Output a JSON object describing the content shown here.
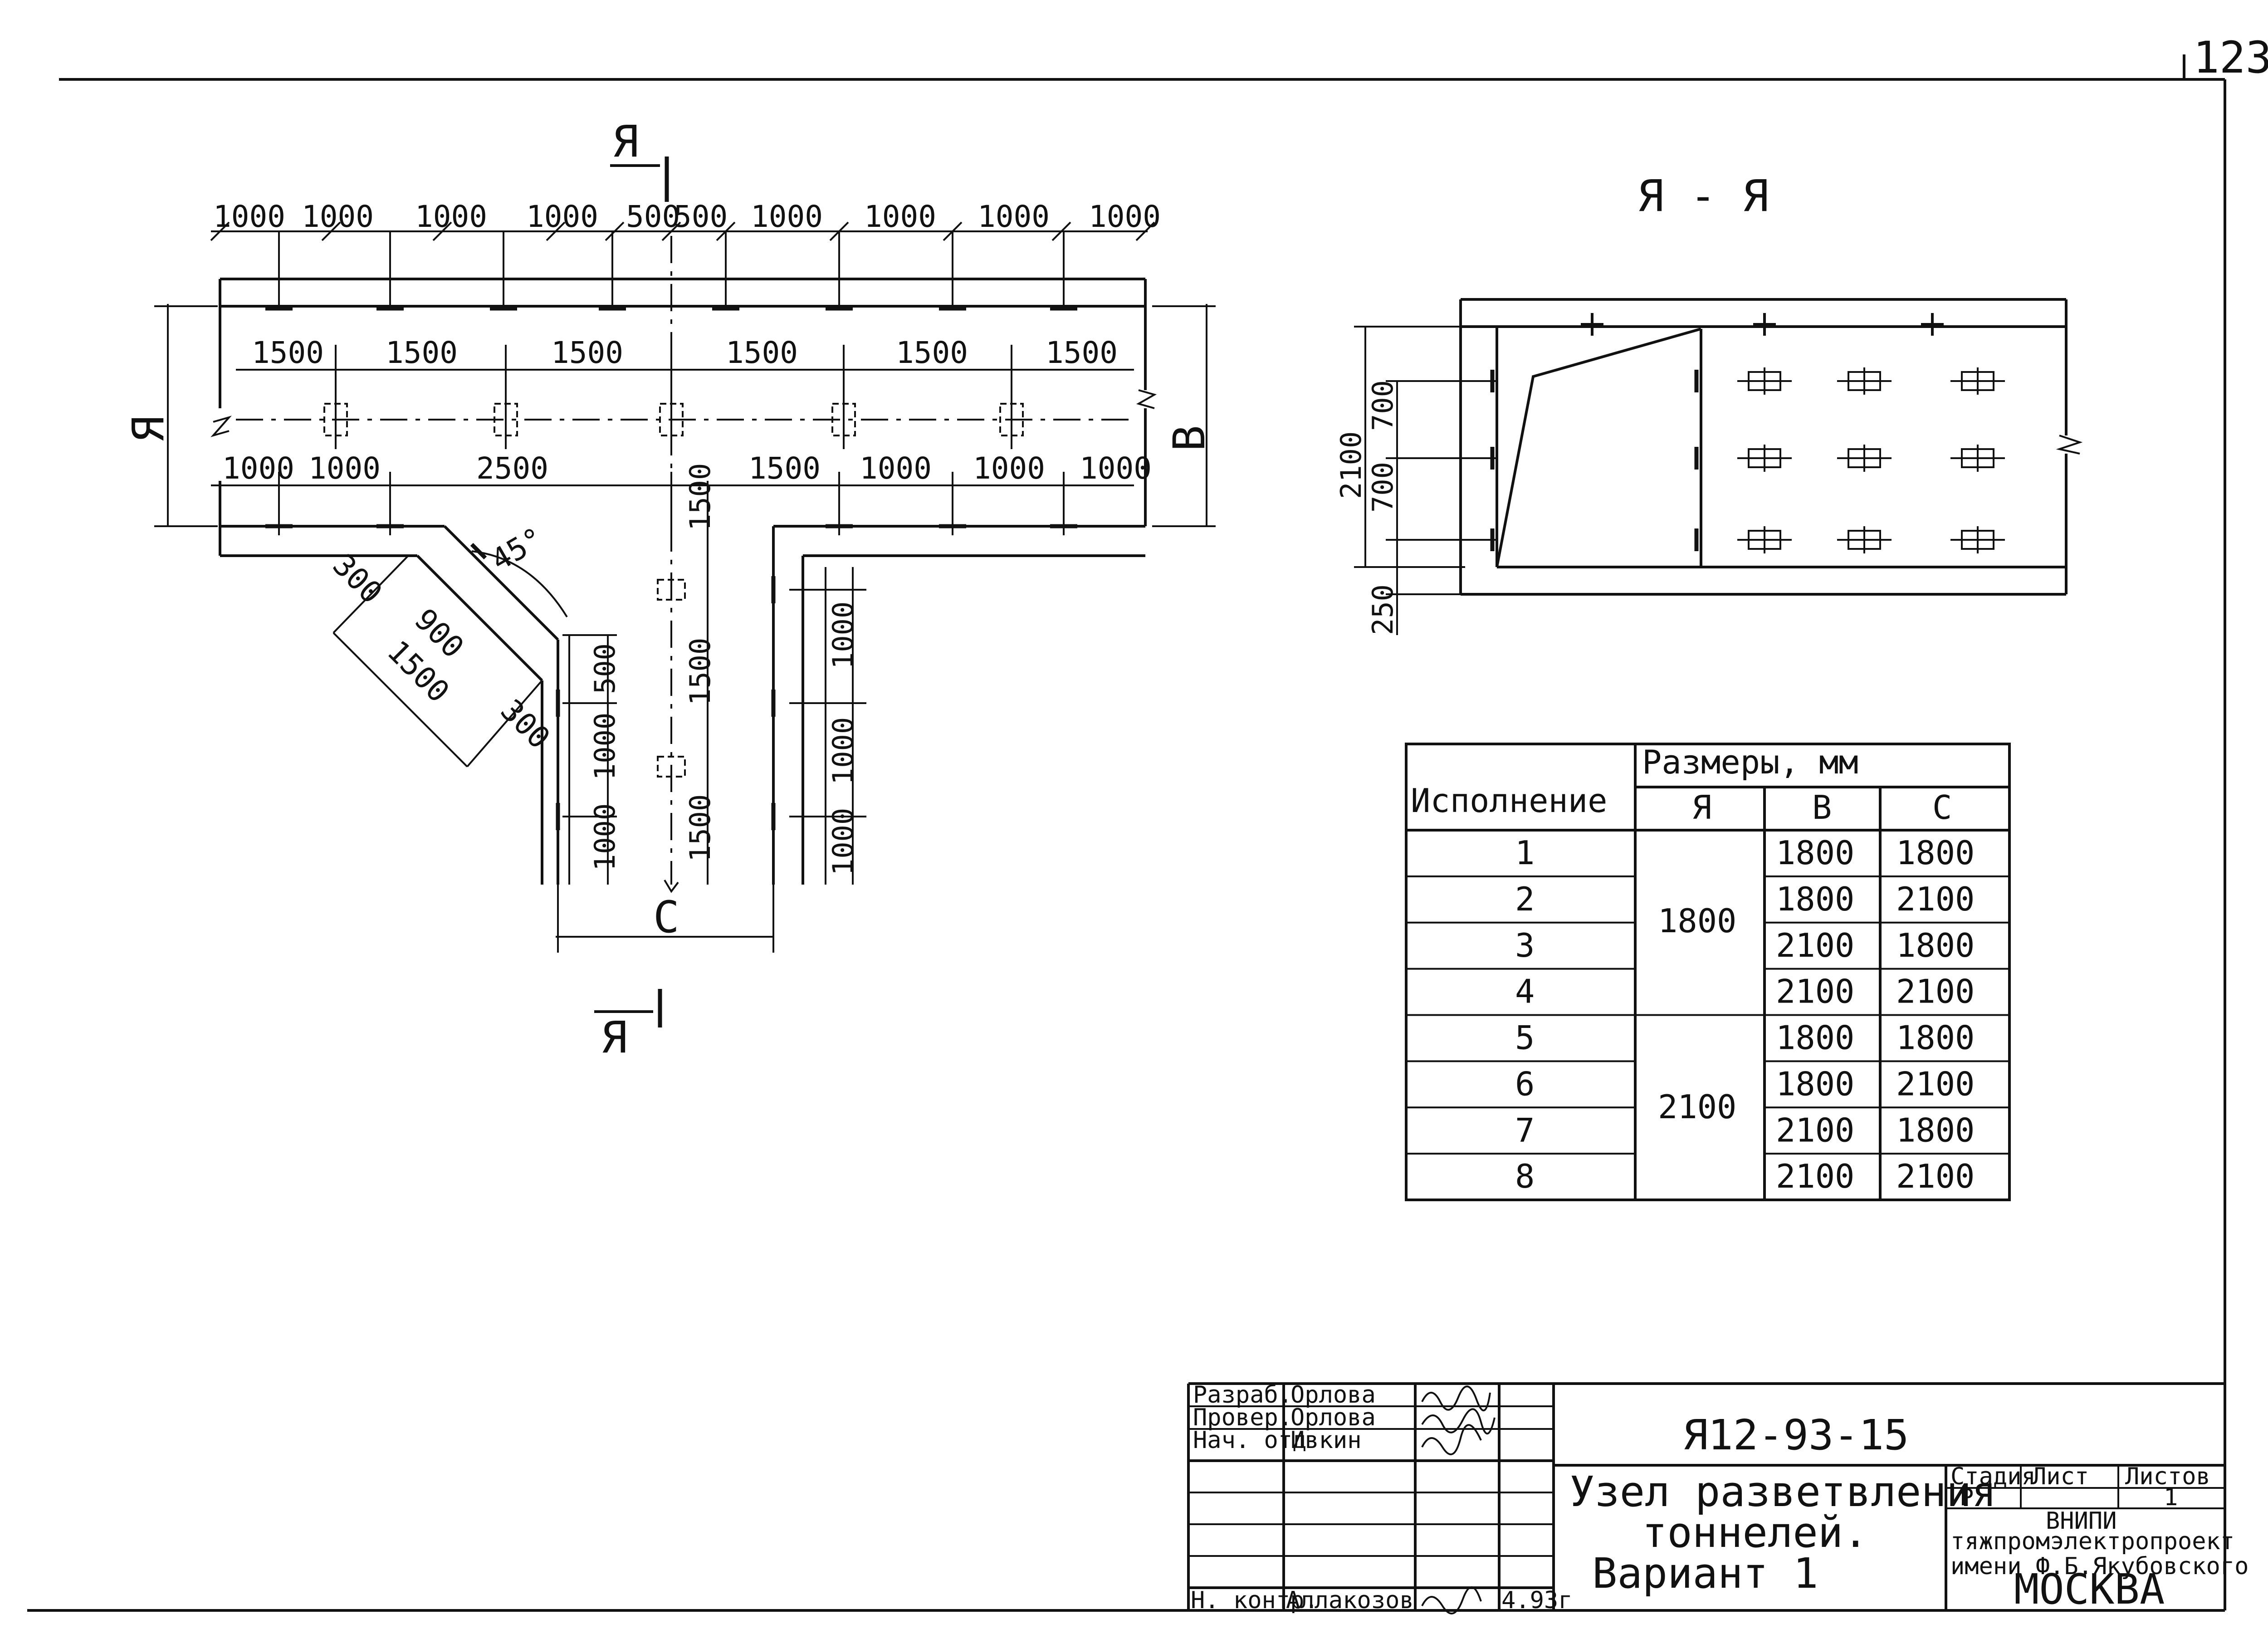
{
  "sheet_number": "123",
  "plan": {
    "section_marker": "Я",
    "top_dims": [
      "1000",
      "1000",
      "1000",
      "1000",
      "500",
      "500",
      "1000",
      "1000",
      "1000",
      "1000"
    ],
    "pitch_dims": [
      "1500",
      "1500",
      "1500",
      "1500",
      "1500",
      "1500"
    ],
    "lower_dims": [
      "1000",
      "1000",
      "2500",
      "1500",
      "1000",
      "1000",
      "1000"
    ],
    "diag_dims": [
      "300",
      "900",
      "1500",
      "300"
    ],
    "angle": "45°",
    "branch_left_dims": [
      "500",
      "1000",
      "1000"
    ],
    "branch_mid_dims": [
      "1500",
      "1500",
      "1500"
    ],
    "branch_right_dims": [
      "1000",
      "1000",
      "1000"
    ],
    "label_A": "Я",
    "label_B": "В",
    "label_C": "С"
  },
  "section": {
    "title": "Я - Я",
    "dims": [
      "2100",
      "700",
      "700",
      "250"
    ]
  },
  "table": {
    "col_variant": "Исполнение",
    "col_sizes": "Размеры, мм",
    "col_A": "Я",
    "col_B": "В",
    "col_C": "С",
    "rows": [
      {
        "n": "1",
        "B": "1800",
        "C": "1800"
      },
      {
        "n": "2",
        "B": "1800",
        "C": "2100"
      },
      {
        "n": "3",
        "B": "2100",
        "C": "1800"
      },
      {
        "n": "4",
        "B": "2100",
        "C": "2100"
      },
      {
        "n": "5",
        "B": "1800",
        "C": "1800"
      },
      {
        "n": "6",
        "B": "1800",
        "C": "2100"
      },
      {
        "n": "7",
        "B": "2100",
        "C": "1800"
      },
      {
        "n": "8",
        "B": "2100",
        "C": "2100"
      }
    ],
    "A_groups": [
      "1800",
      "2100"
    ]
  },
  "title_block": {
    "roles": [
      "Разраб.",
      "Провер.",
      "Нач. отд",
      "Н. контр."
    ],
    "names": [
      "Орлова",
      "Орлова",
      "Ивкин",
      "Аллакозов"
    ],
    "date": "4.93г",
    "doc_code": "Я12-93-15",
    "title_line1": "Узел разветвления",
    "title_line2": "тоннелей.",
    "title_line3": "Вариант 1",
    "stage_label": "Стадия",
    "sheet_label": "Лист",
    "sheets_label": "Листов",
    "stage": "Р",
    "sheets_total": "1",
    "org_line1": "ВНИПИ",
    "org_line2": "тяжпромэлектропроект",
    "org_line3": "имени Ф.Б.Якубовского",
    "org_line4": "МОСКВА"
  }
}
